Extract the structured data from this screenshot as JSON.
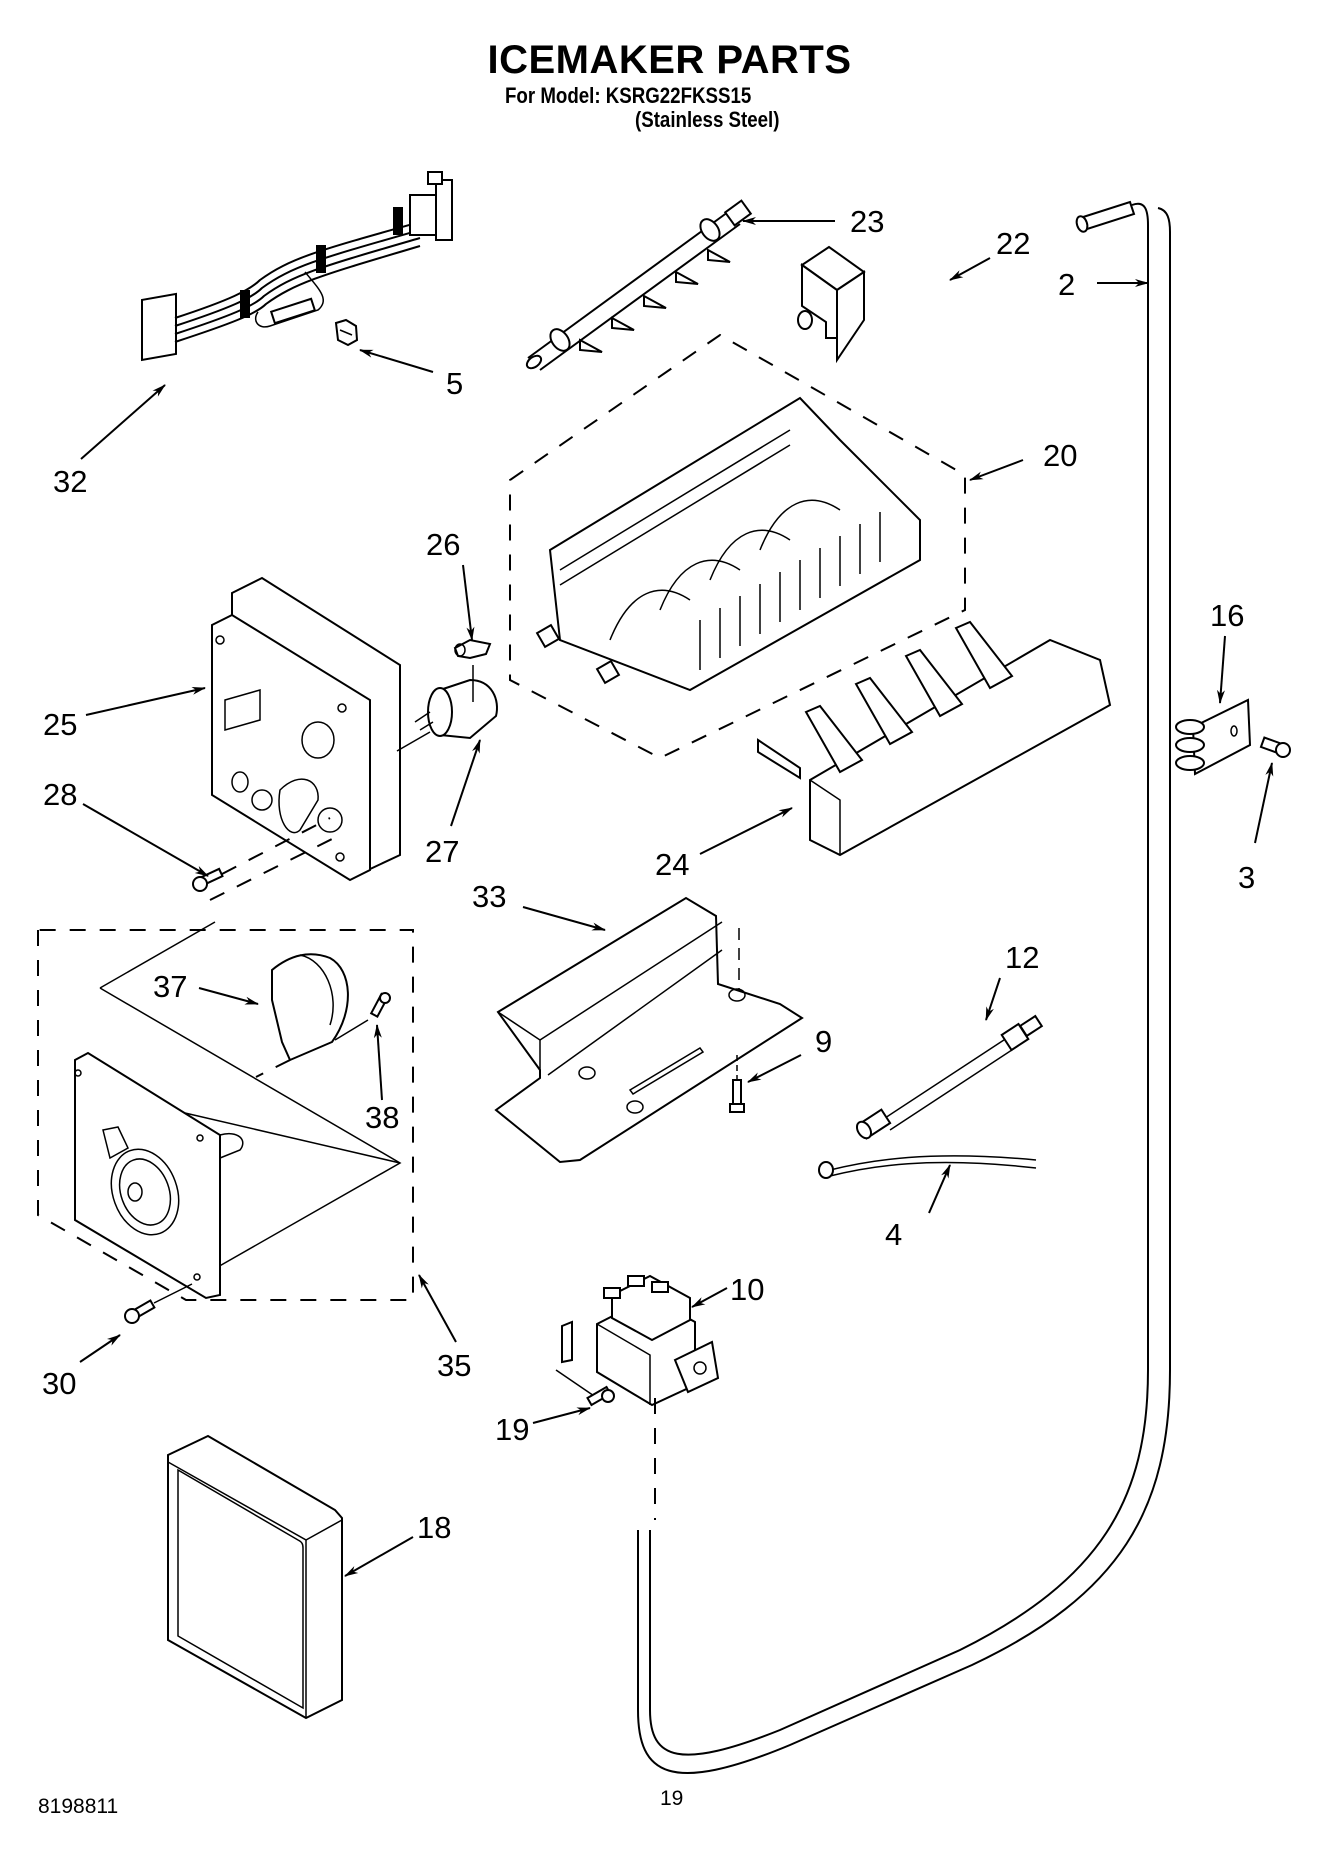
{
  "header": {
    "title": "ICEMAKER PARTS",
    "model_line": "For Model: KSRG22FKSS15",
    "finish_line": "(Stainless Steel)"
  },
  "footer": {
    "document_number": "8198811",
    "page_number": "19"
  },
  "callouts": {
    "c2": "2",
    "c3": "3",
    "c4": "4",
    "c5": "5",
    "c9": "9",
    "c10": "10",
    "c12": "12",
    "c16": "16",
    "c18": "18",
    "c19": "19",
    "c20": "20",
    "c22": "22",
    "c23": "23",
    "c24": "24",
    "c25": "25",
    "c26": "26",
    "c27": "27",
    "c28": "28",
    "c30": "30",
    "c32": "32",
    "c33": "33",
    "c35": "35",
    "c37": "37",
    "c38": "38"
  }
}
